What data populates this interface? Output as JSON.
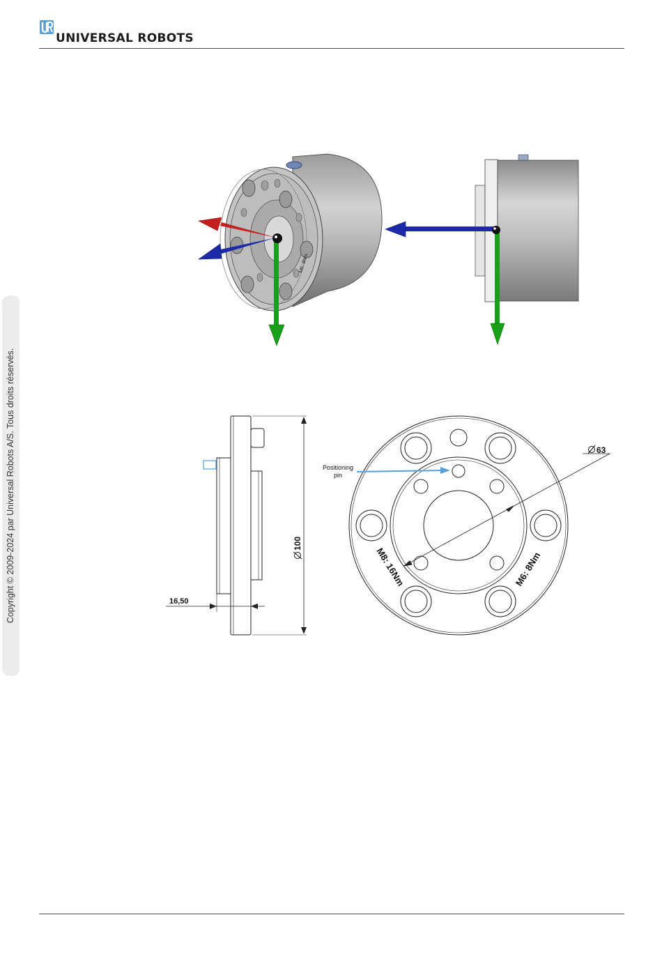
{
  "header": {
    "brand": "UNIVERSAL ROBOTS",
    "logo_icon": "ur-logo-icon",
    "brand_color": "#5a9fd4"
  },
  "sidebar": {
    "copyright": "Copyright © 2009-2024 par Universal Robots A/S. Tous droits réservés."
  },
  "figure_iso": {
    "flange_marking": "M6: 8Nm",
    "axis_colors": {
      "x": "#c42020",
      "y": "#18a018",
      "z": "#1c2aa8"
    }
  },
  "drawing_side": {
    "dim_diameter": "100",
    "dim_offset": "16,50"
  },
  "drawing_front": {
    "dim_diameter": "63",
    "callout_pin": [
      "Positioning",
      "pin"
    ],
    "marking_left": "M8: 16Nm",
    "marking_right": "M6: 8Nm",
    "callout_color": "#5aa0d6"
  }
}
